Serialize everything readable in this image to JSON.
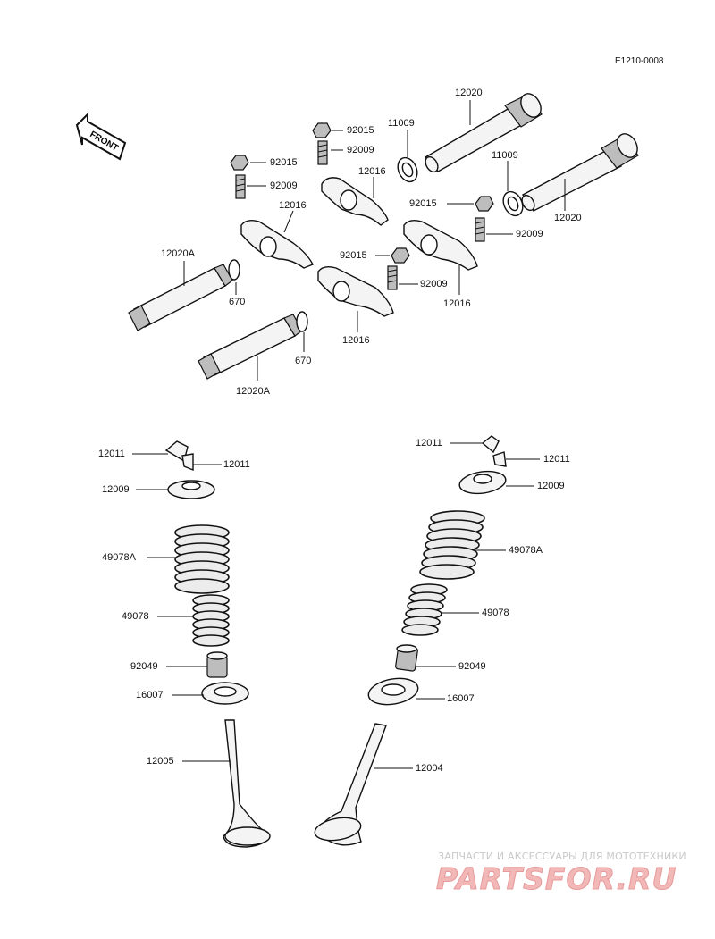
{
  "ref_code": "E1210-0008",
  "front_label": "FRONT",
  "labels": {
    "p12020_top": "12020",
    "p11009_a": "11009",
    "p92015_a": "92015",
    "p92009_a": "92009",
    "p92015_b": "92015",
    "p92009_b": "92009",
    "p12016_a": "12016",
    "p12016_b": "12016",
    "p11009_b": "11009",
    "p92015_c": "92015",
    "p92009_c": "92009",
    "p12020_right": "12020",
    "p12020A_a": "12020A",
    "p670_a": "670",
    "p92015_d": "92015",
    "p92009_d": "92009",
    "p12016_c": "12016",
    "p12016_d": "12016",
    "p670_b": "670",
    "p12020A_b": "12020A",
    "p12011_la": "12011",
    "p12011_lb": "12011",
    "p12009_l": "12009",
    "p49078A_l": "49078A",
    "p49078_l": "49078",
    "p92049_l": "92049",
    "p16007_l": "16007",
    "p12005": "12005",
    "p12011_ra": "12011",
    "p12011_rb": "12011",
    "p12009_r": "12009",
    "p49078A_r": "49078A",
    "p49078_r": "49078",
    "p92049_r": "92049",
    "p16007_r": "16007",
    "p12004": "12004"
  },
  "watermark": {
    "tagline": "ЗАПЧАСТИ И АКСЕССУАРЫ ДЛЯ МОТОТЕХНИКИ",
    "logo": "PARTSFOR.RU"
  }
}
